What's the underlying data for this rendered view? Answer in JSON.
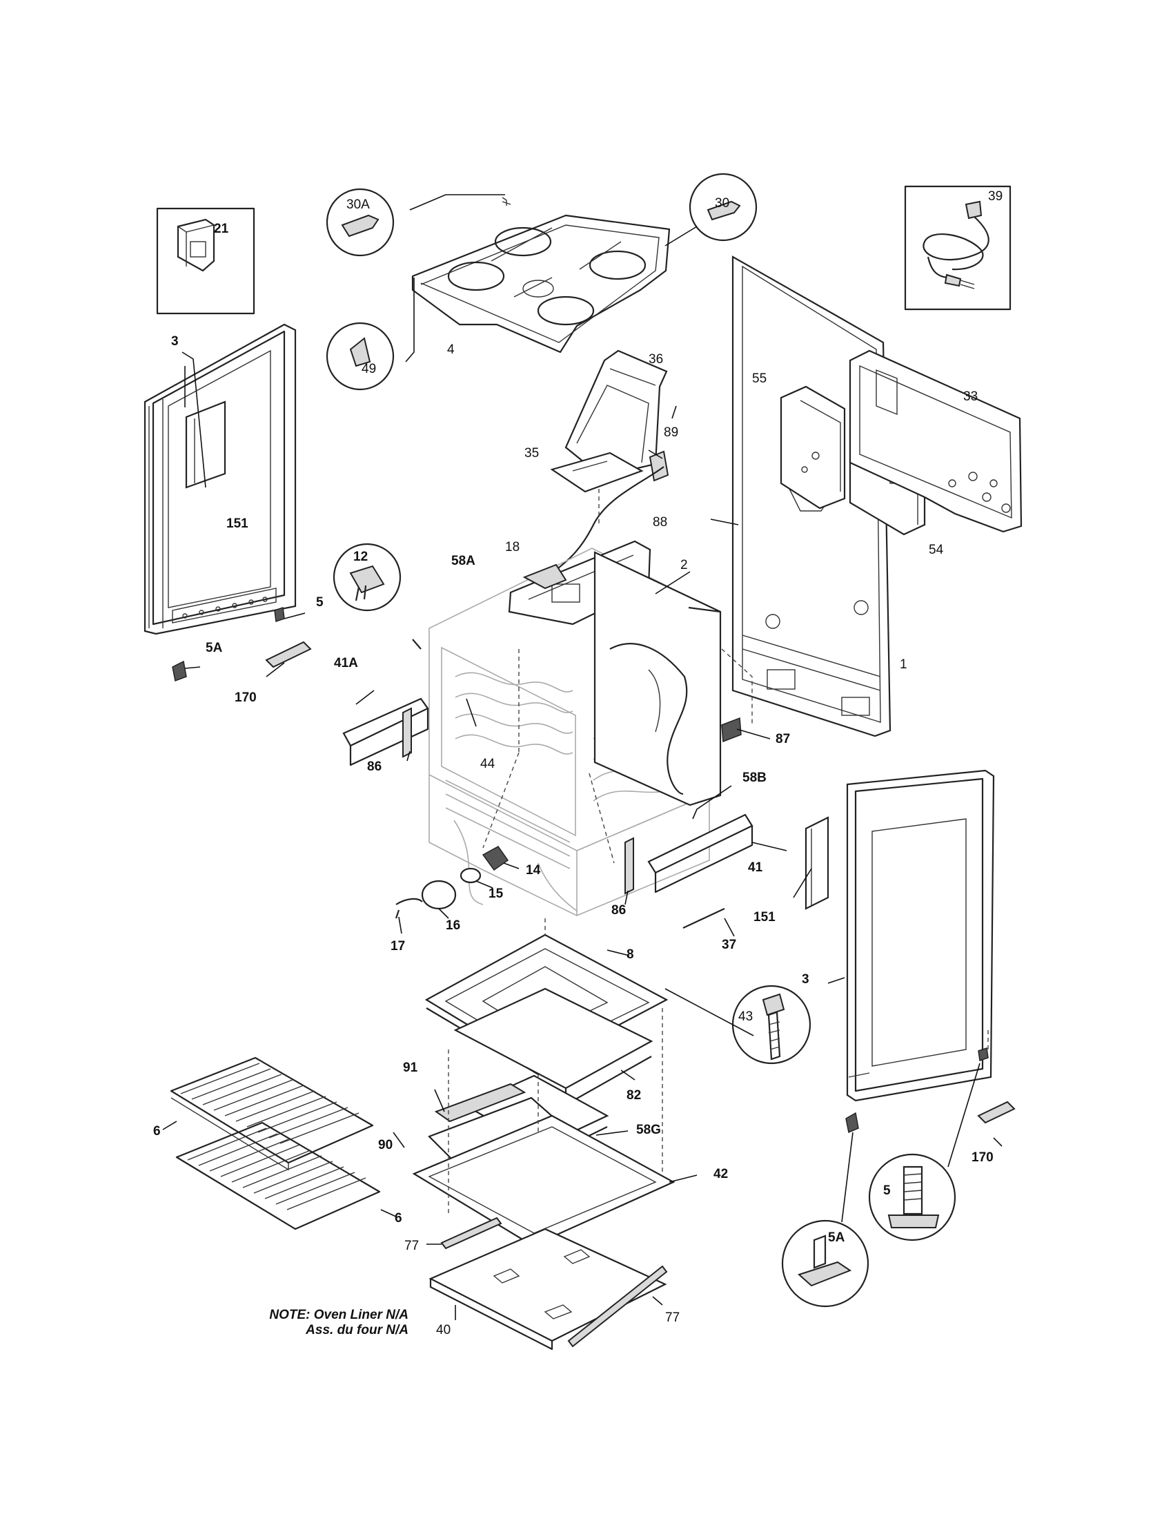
{
  "labels": {
    "p21": "21",
    "p30A": "30A",
    "p30": "30",
    "p39": "39",
    "p3L": "3",
    "p4": "4",
    "p49": "49",
    "p36": "36",
    "p55": "55",
    "p33": "33",
    "p151L": "151",
    "p35": "35",
    "p89": "89",
    "p88": "88",
    "p54": "54",
    "p12": "12",
    "p58A": "58A",
    "p18": "18",
    "p2": "2",
    "p5L": "5",
    "p1": "1",
    "p5AL": "5A",
    "p41A": "41A",
    "p170L": "170",
    "p87": "87",
    "p86L": "86",
    "p44": "44",
    "p58B": "58B",
    "p14": "14",
    "p41": "41",
    "p15": "15",
    "p86R": "86",
    "p151R": "151",
    "p16": "16",
    "p37": "37",
    "p17": "17",
    "p8": "8",
    "p3R": "3",
    "p43": "43",
    "p91": "91",
    "p82": "82",
    "p6a": "6",
    "p58G": "58G",
    "p90": "90",
    "p42": "42",
    "p170R": "170",
    "p6b": "6",
    "p5R": "5",
    "p5AR": "5A",
    "p77a": "77",
    "p77b": "77",
    "p40": "40"
  },
  "note": {
    "line1": "NOTE: Oven Liner N/A",
    "line2": "Ass. du four N/A"
  },
  "icons": [
    "connector-block-icon",
    "power-cord-icon",
    "bracket-icon",
    "screw-icon",
    "leveler-icon",
    "socket-icon",
    "bulb-icon"
  ]
}
